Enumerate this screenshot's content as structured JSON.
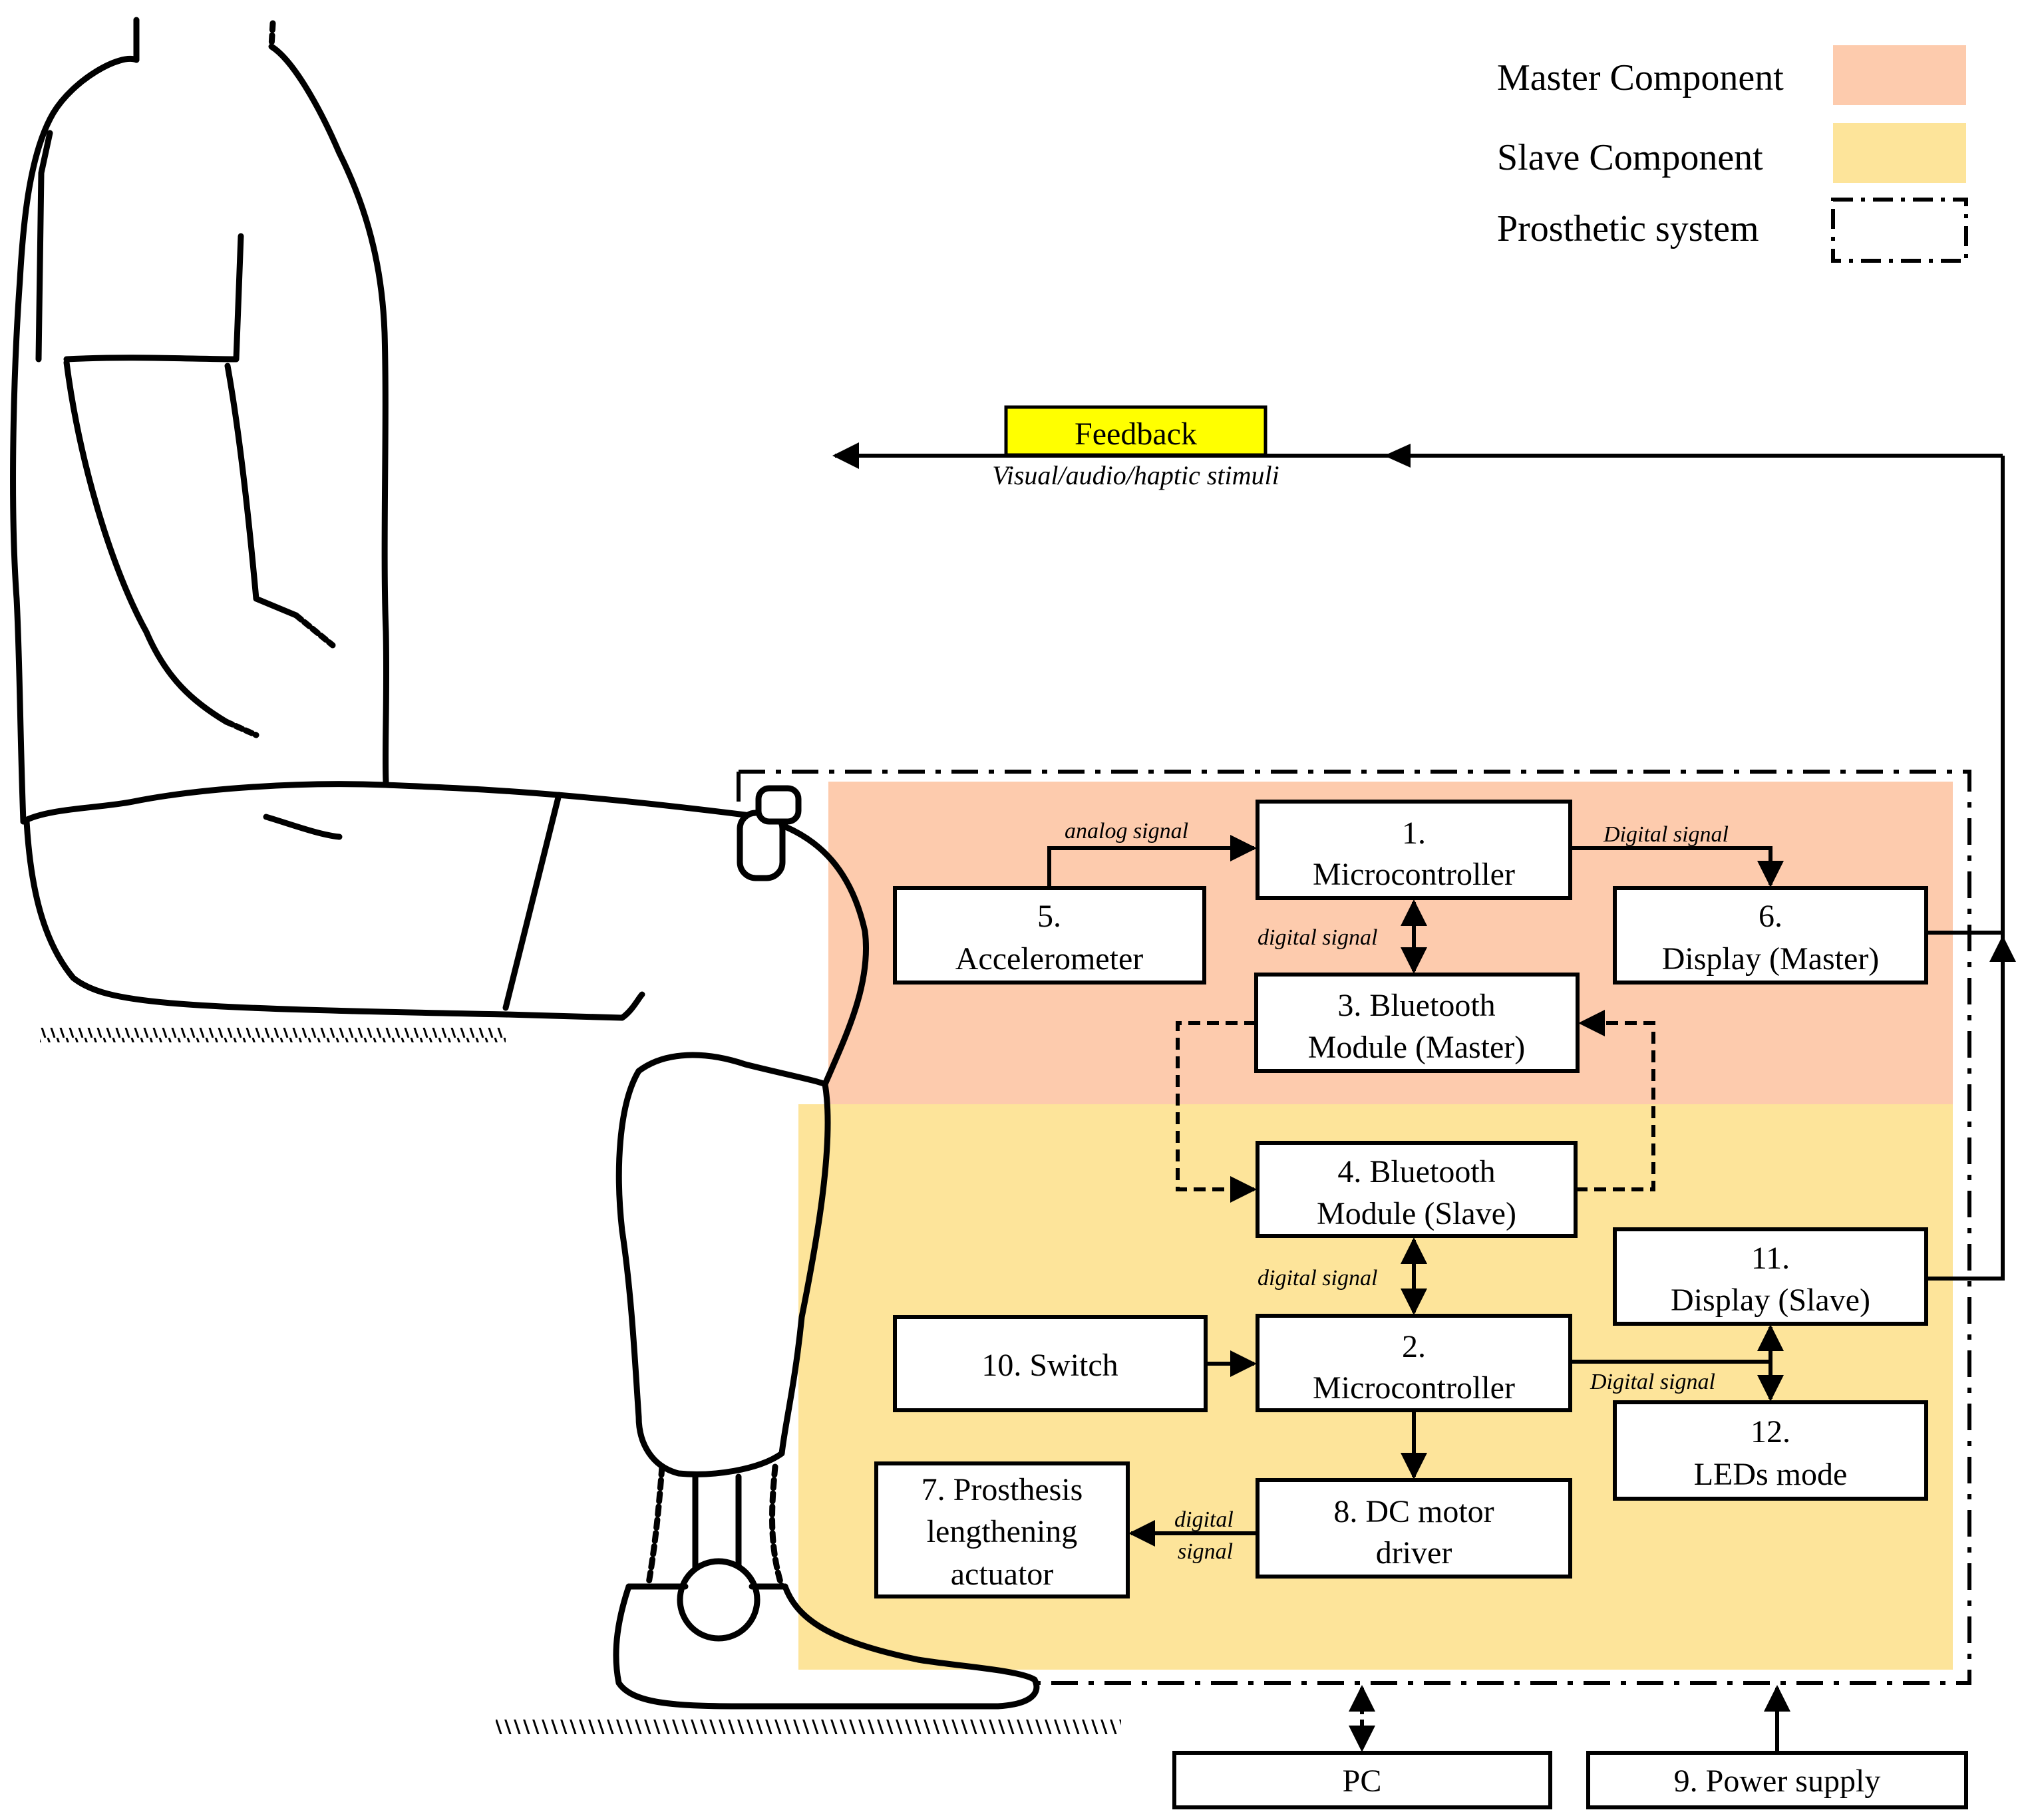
{
  "legend": {
    "master_label": "Master Component",
    "slave_label": "Slave Component",
    "prosthetic_label": "Prosthetic system",
    "master_color": "#fdcbad",
    "slave_color": "#fde49a"
  },
  "feedback": {
    "label": "Feedback",
    "subtitle": "Visual/audio/haptic stimuli",
    "color": "#ffff00"
  },
  "boxes": {
    "microcontroller_master": {
      "line1": "1.",
      "line2": "Microcontroller"
    },
    "bluetooth_master": {
      "line1": "3. Bluetooth",
      "line2": "Module (Master)"
    },
    "accelerometer": {
      "line1": "5.",
      "line2": "Accelerometer"
    },
    "display_master": {
      "line1": "6.",
      "line2": "Display (Master)"
    },
    "bluetooth_slave": {
      "line1": "4. Bluetooth",
      "line2": "Module (Slave)"
    },
    "microcontroller_slave": {
      "line1": "2.",
      "line2": "Microcontroller"
    },
    "switch": {
      "line1": "10. Switch"
    },
    "display_slave": {
      "line1": "11.",
      "line2": "Display (Slave)"
    },
    "leds_mode": {
      "line1": "12.",
      "line2": "LEDs mode"
    },
    "motor_driver": {
      "line1": "8. DC motor",
      "line2": "driver"
    },
    "actuator": {
      "line1": "7. Prosthesis",
      "line2": "lengthening",
      "line3": "actuator"
    },
    "pc": {
      "line1": "PC"
    },
    "power_supply": {
      "line1": "9. Power supply"
    }
  },
  "signals": {
    "analog": "analog signal",
    "digital_master_display": "Digital signal",
    "digital_mc_bt_master": "digital signal",
    "digital_bt_mc_slave": "digital signal",
    "digital_slave_leds": "Digital signal",
    "digital_driver_line1": "digital",
    "digital_driver_line2": "signal"
  }
}
